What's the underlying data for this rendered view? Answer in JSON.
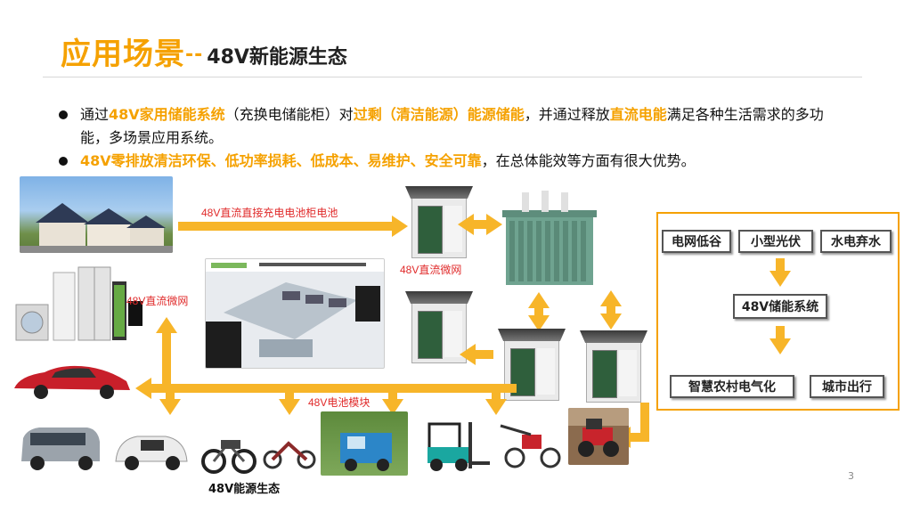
{
  "title": {
    "main": "应用场景",
    "dash": "--",
    "sub": "48V新能源生态"
  },
  "bullets": [
    {
      "p1": "通过",
      "h1": "48V家用储能系统",
      "p2": "（充换电储能柜）对",
      "h2": "过剩（清洁能源）能源储能",
      "p3": "，并通过释放",
      "h3": "直流电能",
      "p4": "满足各种生活需求的多功能，多场景应用系统。"
    },
    {
      "h1": "48V零排放清洁环保、低功率损耗、低成本、易维护、安全可靠",
      "p2": "，在总体能效等方面有很大优势。"
    }
  ],
  "labels": {
    "top_arrow": "48V直流直接充电电池柜电池",
    "dc_grid_1": "48V直流微网",
    "dc_grid_2": "48V直流微网",
    "battery_module": "48V电池模块",
    "footer": "48V能源生态"
  },
  "panel": {
    "sources": [
      "电网低谷",
      "小型光伏",
      "水电弃水"
    ],
    "system": "48V储能系统",
    "uses": [
      "智慧农村电气化",
      "城市出行"
    ]
  },
  "page_number": "3",
  "colors": {
    "accent": "#f5a100",
    "arrow": "#f7b529",
    "red_label": "#e02a2a"
  }
}
